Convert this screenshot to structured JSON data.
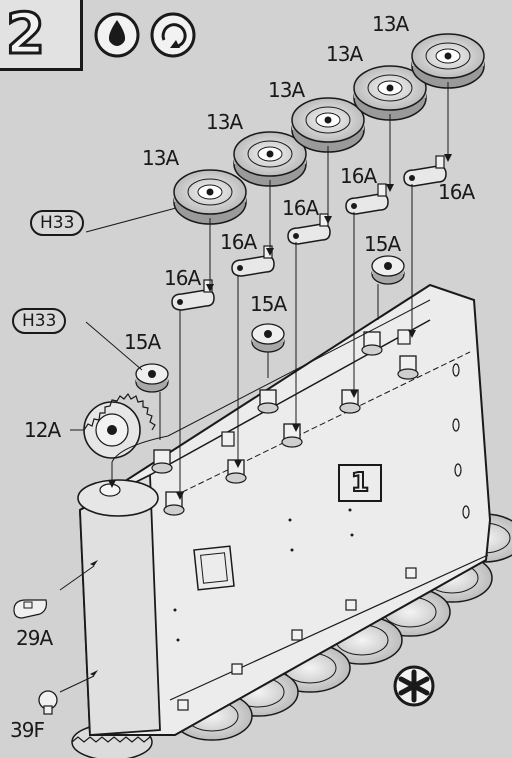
{
  "step": {
    "number": "2",
    "subassembly": "1"
  },
  "icons": [
    "glue-drop-icon",
    "rotate-arrow-icon",
    "asterisk-icon"
  ],
  "paint_refs": [
    "H33",
    "H33"
  ],
  "part_labels": {
    "road_wheel": "13A",
    "arm": "16A",
    "hub": "15A",
    "sprocket": "12A",
    "lower_part": "29A",
    "pin": "39F"
  },
  "colors": {
    "ink": "#1a1a1a",
    "paper": "#d2d2d2"
  }
}
